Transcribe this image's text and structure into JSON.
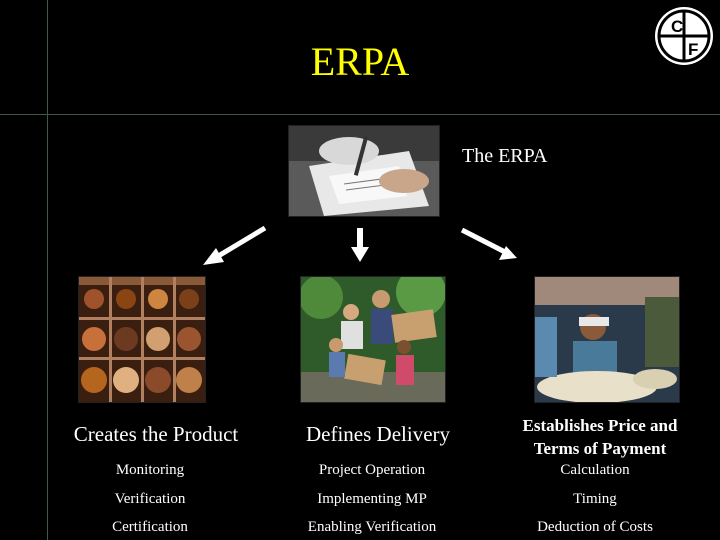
{
  "title": "ERPA",
  "center_label": "The ERPA",
  "logo": {
    "letters": [
      "C",
      "F"
    ],
    "icon": "globe-logo-icon"
  },
  "columns": [
    {
      "heading": "Creates the Product",
      "items": [
        "Monitoring",
        "Verification",
        "Certification"
      ]
    },
    {
      "heading": "Defines Delivery",
      "items": [
        "Project Operation",
        "Implementing MP",
        "Enabling Verification"
      ]
    },
    {
      "heading_lines": [
        "Establishes Price and",
        "Terms of Payment"
      ],
      "items": [
        "Calculation",
        "Timing",
        "Deduction of Costs"
      ]
    }
  ],
  "colors": {
    "title": "#ffff00",
    "background": "#000000",
    "text": "#ffffff",
    "rules": "#3a5a44"
  }
}
